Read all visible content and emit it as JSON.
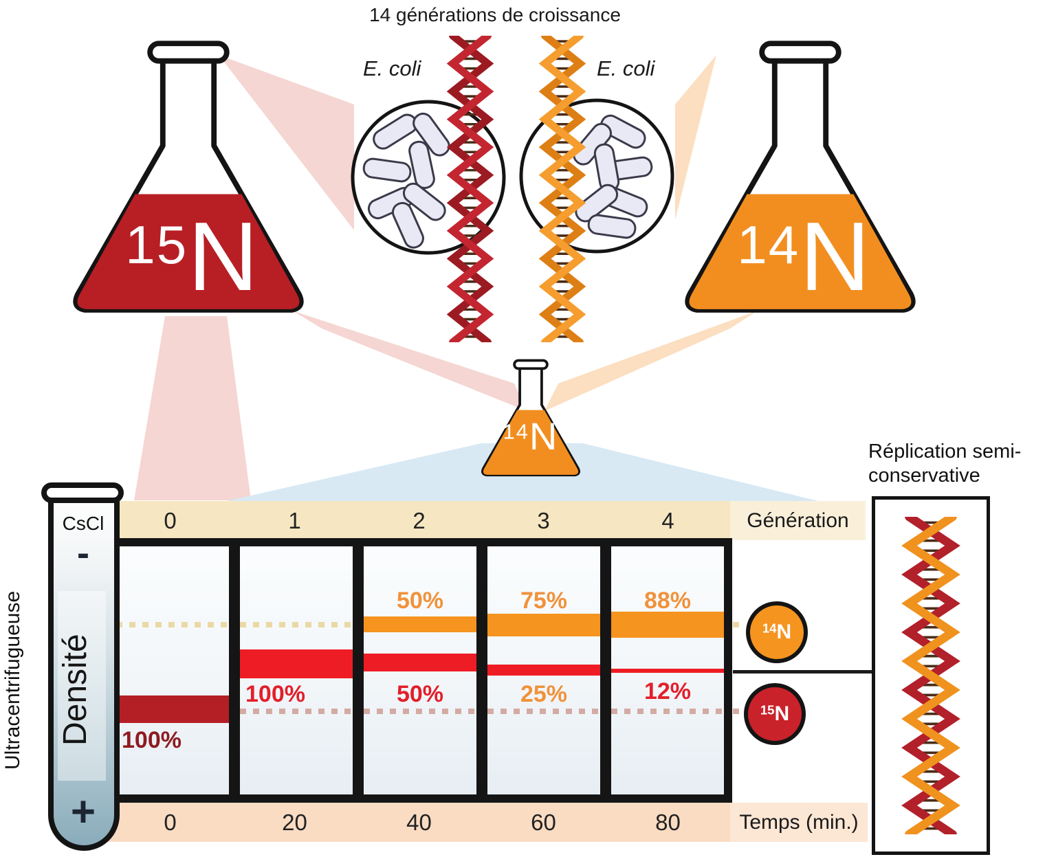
{
  "title": "14 générations de croissance",
  "top": {
    "ecoli_left": "E. coli",
    "ecoli_right": "E. coli",
    "flask_heavy": {
      "sup": "15",
      "base": "N"
    },
    "flask_light": {
      "sup": "14",
      "base": "N"
    },
    "flask_transfer": {
      "sup": "14",
      "base": "N"
    }
  },
  "centrifugation": {
    "side_label": "Ultracentrifugueuse",
    "tube_salt": "CsCl",
    "minus": "-",
    "density_label": "Densité",
    "plus": "+"
  },
  "generation_axis": {
    "title": "Génération"
  },
  "time_axis": {
    "title": "Temps (min.)"
  },
  "panels": [
    {
      "generation": "0",
      "time": "0",
      "heavy_pct": "100%"
    },
    {
      "generation": "1",
      "time": "20",
      "hybrid_pct": "100%"
    },
    {
      "generation": "2",
      "time": "40",
      "light_pct": "50%",
      "hybrid_pct": "50%"
    },
    {
      "generation": "3",
      "time": "60",
      "light_pct": "75%",
      "hybrid_pct": "25%"
    },
    {
      "generation": "4",
      "time": "80",
      "light_pct": "88%",
      "hybrid_pct": "12%"
    }
  ],
  "markers": {
    "n14": {
      "sup": "14",
      "base": "N"
    },
    "n15": {
      "sup": "15",
      "base": "N"
    }
  },
  "replication": {
    "line1": "Réplication semi-",
    "line2": "conservative"
  },
  "colors": {
    "heavy_band": "#b41f26",
    "hybrid_band": "#ee1c25",
    "light_band": "#f5941f",
    "heavy_label": "#8e1b20",
    "hybrid_label": "#e21f2a",
    "light_label": "#f0923b",
    "generation_band": "#f6e7c2",
    "time_band": "#fadcc3",
    "n14_marker": "#f5941f",
    "n15_marker": "#c9222b"
  }
}
